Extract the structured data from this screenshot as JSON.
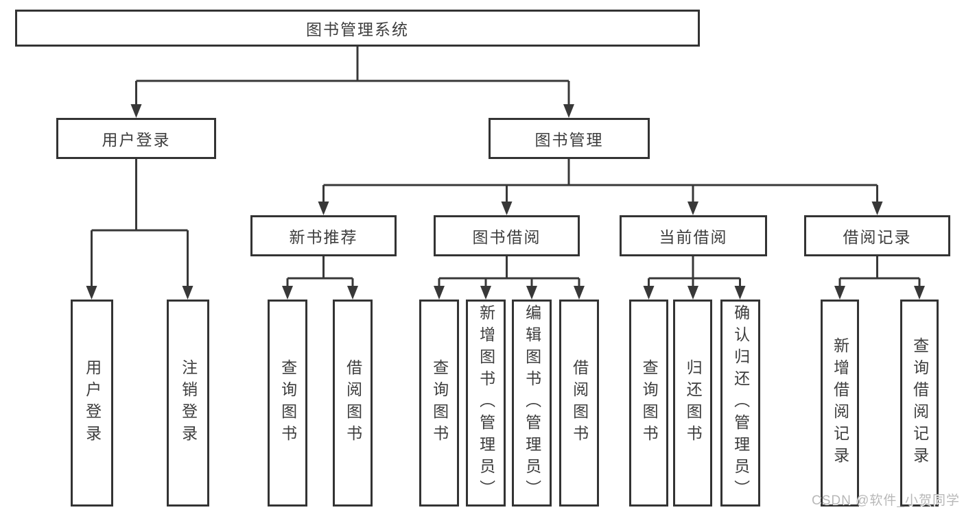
{
  "diagram": {
    "title_node": "图书管理系统",
    "line_color": "#383838",
    "text_color": "#3d3d3d",
    "box_border_color": "#333333",
    "root": {
      "label": "图书管理系统"
    },
    "level2": [
      {
        "label": "用户登录",
        "parent": "图书管理系统"
      },
      {
        "label": "图书管理",
        "parent": "图书管理系统"
      }
    ],
    "level3": [
      {
        "label": "新书推荐",
        "parent": "图书管理"
      },
      {
        "label": "图书借阅",
        "parent": "图书管理"
      },
      {
        "label": "当前借阅",
        "parent": "图书管理"
      },
      {
        "label": "借阅记录",
        "parent": "图书管理"
      }
    ],
    "leaves": [
      {
        "label": "用户登录",
        "parent": "用户登录"
      },
      {
        "label": "注销登录",
        "parent": "用户登录"
      },
      {
        "label": "查询图书",
        "parent": "新书推荐"
      },
      {
        "label": "借阅图书",
        "parent": "新书推荐"
      },
      {
        "label": "查询图书",
        "parent": "图书借阅"
      },
      {
        "label": "新增图书（管理员）",
        "parent": "图书借阅"
      },
      {
        "label": "编辑图书（管理员）",
        "parent": "图书借阅"
      },
      {
        "label": "借阅图书",
        "parent": "图书借阅"
      },
      {
        "label": "查询图书",
        "parent": "当前借阅"
      },
      {
        "label": "归还图书",
        "parent": "当前借阅"
      },
      {
        "label": "确认归还（管理员）",
        "parent": "当前借阅"
      },
      {
        "label": "新增借阅记录",
        "parent": "借阅记录"
      },
      {
        "label": "查询借阅记录",
        "parent": "借阅记录"
      }
    ]
  },
  "watermark": {
    "text": "CSDN @软件_小贺同学",
    "color": "#b8b8b8"
  }
}
